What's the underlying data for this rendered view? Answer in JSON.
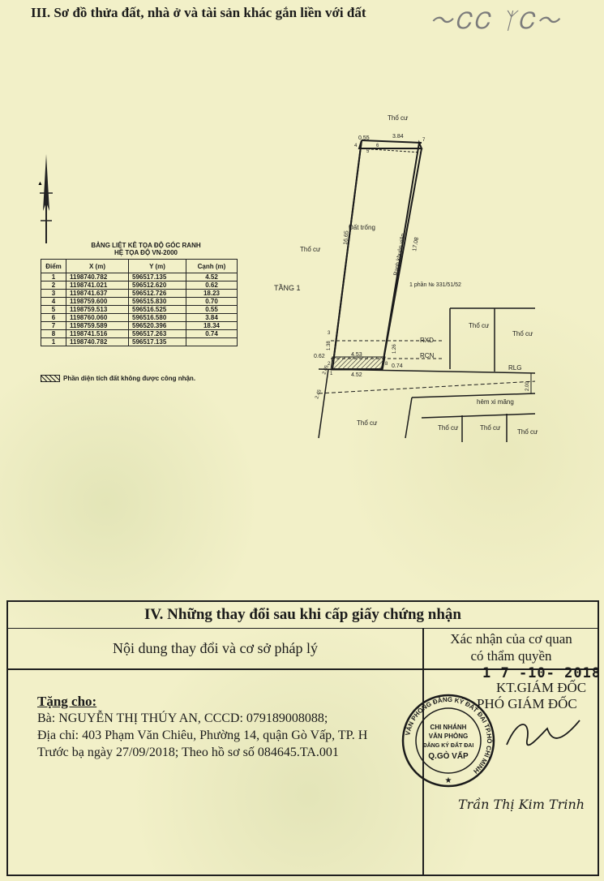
{
  "section3_title": "III. Sơ đồ thửa đất, nhà ở và tài sản khác gắn liền với đất",
  "table": {
    "title_line1": "BẢNG LIỆT KÊ TỌA ĐỘ GÓC RANH",
    "title_line2": "HỆ TỌA ĐỘ VN-2000",
    "headers": [
      "Điểm",
      "X (m)",
      "Y (m)",
      "Cạnh (m)"
    ],
    "rows": [
      [
        "1",
        "1198740.782",
        "596517.135",
        "4.52"
      ],
      [
        "2",
        "1198741.021",
        "596512.620",
        "0.62"
      ],
      [
        "3",
        "1198741.637",
        "596512.726",
        "18.23"
      ],
      [
        "4",
        "1198759.600",
        "596515.830",
        "0.70"
      ],
      [
        "5",
        "1198759.513",
        "596516.525",
        "0.55"
      ],
      [
        "6",
        "1198760.060",
        "596516.580",
        "3.84"
      ],
      [
        "7",
        "1198759.589",
        "596520.396",
        "18.34"
      ],
      [
        "8",
        "1198741.516",
        "596517.263",
        "0.74"
      ],
      [
        "1",
        "1198740.782",
        "596517.135",
        ""
      ]
    ]
  },
  "legend_text": "Phần diện tích đất không được công nhận.",
  "map": {
    "tho_cu": "Thổ cư",
    "tang1": "TẦNG 1",
    "dat_trong": "Đất trống",
    "ranh_khuon_vien": "Ranh khuôn viên",
    "parcel_note": "1 phần № 331/51/52",
    "rxd": "RXD",
    "rcn": "RCN",
    "rlg": "RLG",
    "hem": "hẻm xi măng",
    "dims": {
      "d055": "0.55",
      "d384": "3.84",
      "d1665": "16.65",
      "d1708": "17.08",
      "d453": "4.53",
      "d452": "4.52",
      "d062": "0.62",
      "d074": "0.74",
      "d138": "1.38",
      "d126": "1.26",
      "d205": "2.05",
      "d245": "2.45",
      "d200": "2.00"
    },
    "points": [
      "4",
      "5",
      "6",
      "7",
      "3",
      "2",
      "1",
      "8"
    ]
  },
  "section4": {
    "title": "IV. Những thay đổi sau khi cấp giấy chứng nhận",
    "col_left": "Nội dung thay đổi và cơ sở pháp lý",
    "col_right_line1": "Xác nhận của cơ quan",
    "col_right_line2": "có thẩm quyền",
    "content_title": "Tặng cho:",
    "line1": "Bà: NGUYỄN THỊ THÚY AN, CCCD: 079189008088;",
    "line2": "Địa chỉ: 403 Phạm Văn Chiêu, Phường 14, quận Gò Vấp, TP. H",
    "line3": "Trước bạ ngày 27/09/2018; Theo hồ sơ số 084645.TA.001",
    "date": "1 7 -10- 2018",
    "kt": "KT.GIÁM ĐỐC",
    "pgd": "PHÓ GIÁM ĐỐC",
    "stamp_ring": "VĂN PHÒNG ĐĂNG KÝ ĐẤT ĐAI TP.HỒ CHÍ MINH",
    "stamp_l1": "CHI NHÁNH",
    "stamp_l2": "VĂN PHÒNG",
    "stamp_l3": "ĐĂNG KÝ ĐẤT ĐAI",
    "stamp_l4": "Q.GÒ VẤP",
    "signer": "Trần Thị Kim Trinh"
  }
}
